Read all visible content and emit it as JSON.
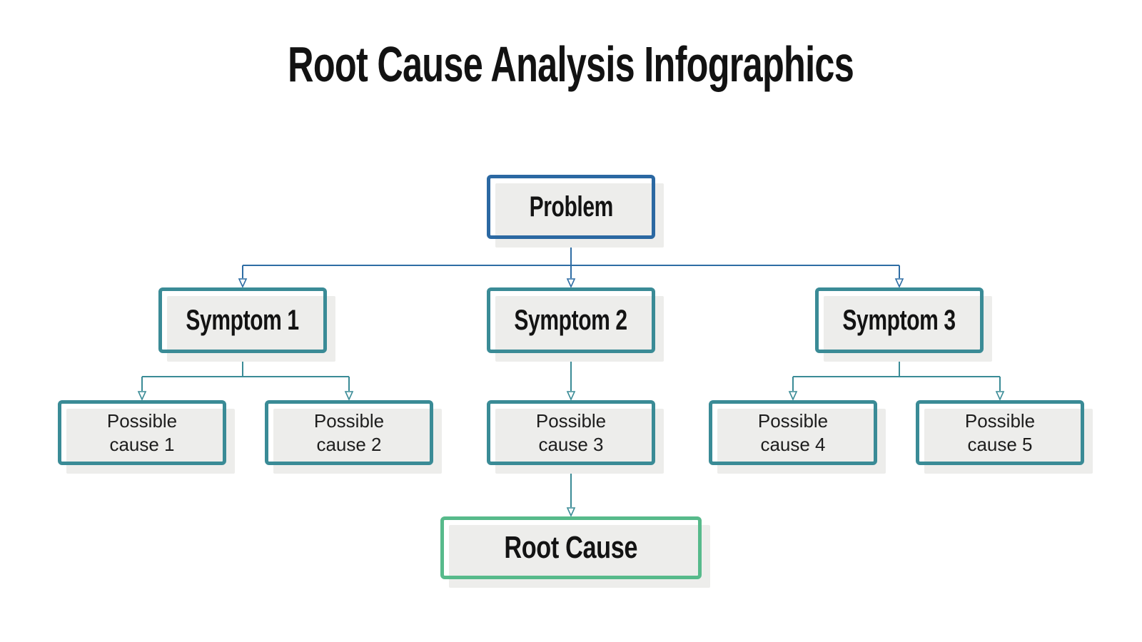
{
  "title": "Root Cause Analysis Infographics",
  "colors": {
    "blue": "#2b68a2",
    "teal": "#3a8b96",
    "green": "#57ba8b",
    "line-blue": "#2e6da4",
    "line-teal": "#3a8b96",
    "box-fill": "#ededeb",
    "text": "#141414"
  },
  "diagram": {
    "nodes": {
      "problem": {
        "label": "Problem",
        "accent": "blue"
      },
      "symptom1": {
        "label": "Symptom 1",
        "accent": "teal"
      },
      "symptom2": {
        "label": "Symptom 2",
        "accent": "teal"
      },
      "symptom3": {
        "label": "Symptom 3",
        "accent": "teal"
      },
      "cause1": {
        "label": "Possible\ncause 1",
        "accent": "teal"
      },
      "cause2": {
        "label": "Possible\ncause 2",
        "accent": "teal"
      },
      "cause3": {
        "label": "Possible\ncause 3",
        "accent": "teal"
      },
      "cause4": {
        "label": "Possible\ncause 4",
        "accent": "teal"
      },
      "cause5": {
        "label": "Possible\ncause 5",
        "accent": "teal"
      },
      "root": {
        "label": "Root Cause",
        "accent": "green"
      }
    },
    "edges": [
      {
        "from": "problem",
        "to": "symptom1"
      },
      {
        "from": "problem",
        "to": "symptom2"
      },
      {
        "from": "problem",
        "to": "symptom3"
      },
      {
        "from": "symptom1",
        "to": "cause1"
      },
      {
        "from": "symptom1",
        "to": "cause2"
      },
      {
        "from": "symptom2",
        "to": "cause3"
      },
      {
        "from": "symptom3",
        "to": "cause4"
      },
      {
        "from": "symptom3",
        "to": "cause5"
      },
      {
        "from": "cause3",
        "to": "root"
      }
    ]
  }
}
